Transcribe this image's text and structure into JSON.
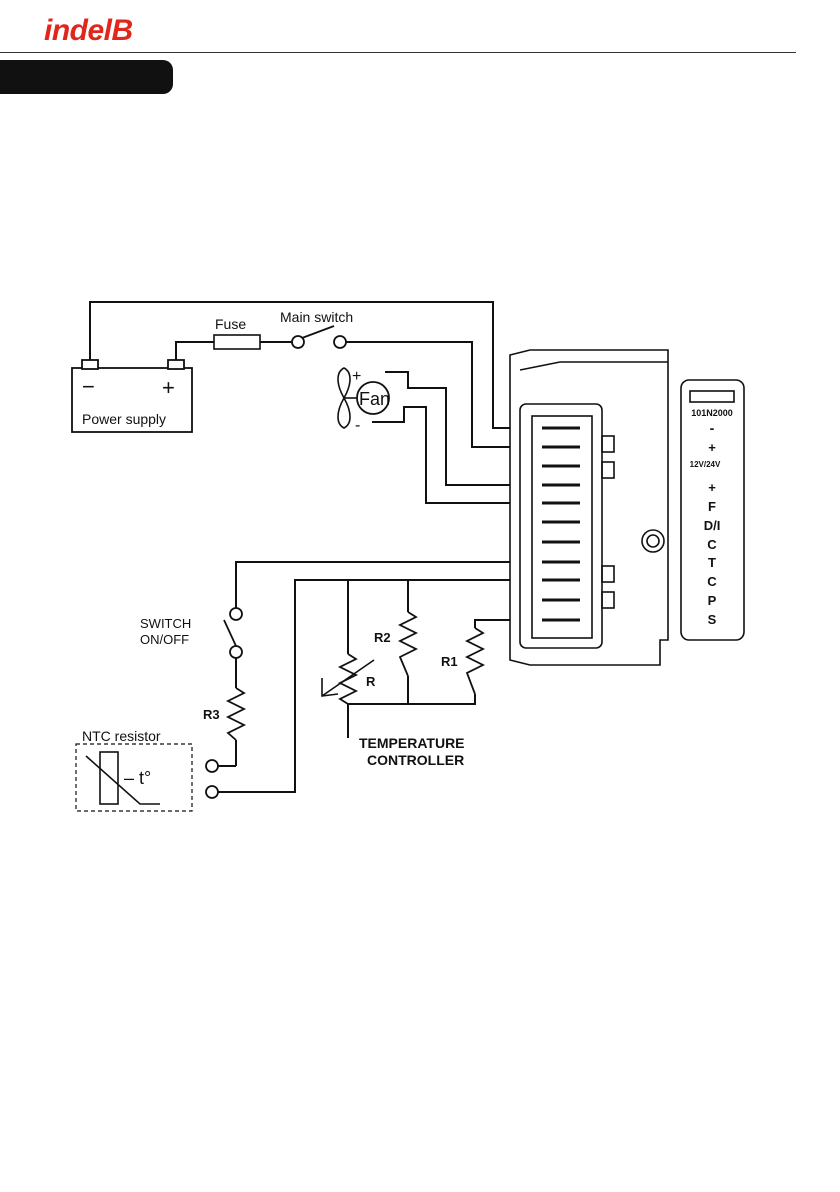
{
  "header": {
    "logo_text": "indelB",
    "brand_color": "#e1261c"
  },
  "diagram": {
    "fuse_label": "Fuse",
    "main_switch_label": "Main switch",
    "battery_minus": "−",
    "battery_plus": "+",
    "power_supply_label": "Power supply",
    "fan_label": "Fan",
    "fan_plus": "+",
    "fan_minus": "-",
    "switch_label_line1": "SWITCH",
    "switch_label_line2": "ON/OFF",
    "r3_label": "R3",
    "ntc_label": "NTC resistor",
    "ntc_temp": "– t°",
    "r_label": "R",
    "r2_label": "R2",
    "r1_label": "R1",
    "controller_line1": "TEMPERATURE",
    "controller_line2": "CONTROLLER",
    "model_label": "101N2000",
    "pins": {
      "minus": "-",
      "plus_supply": "+",
      "voltage": "12V/24V",
      "plus": "+",
      "f": "F",
      "di": "D/I",
      "c1": "C",
      "t": "T",
      "c2": "C",
      "p": "P",
      "s": "S"
    }
  }
}
